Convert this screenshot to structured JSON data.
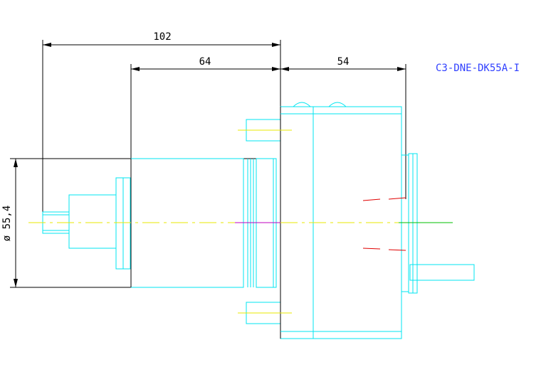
{
  "drawing": {
    "part_code": "C3-DNE-DK55A-I",
    "dimensions": {
      "overall_length": "102",
      "body_length": "64",
      "flange_depth": "54",
      "diameter": "ø 55,4"
    },
    "colors": {
      "outline": "#00e5f0",
      "dimension": "#000000",
      "centerline": "#e8e800",
      "accent_magenta": "#c000c0",
      "accent_red": "#e00000",
      "accent_green": "#00c000",
      "part_code": "#3040ff"
    }
  }
}
